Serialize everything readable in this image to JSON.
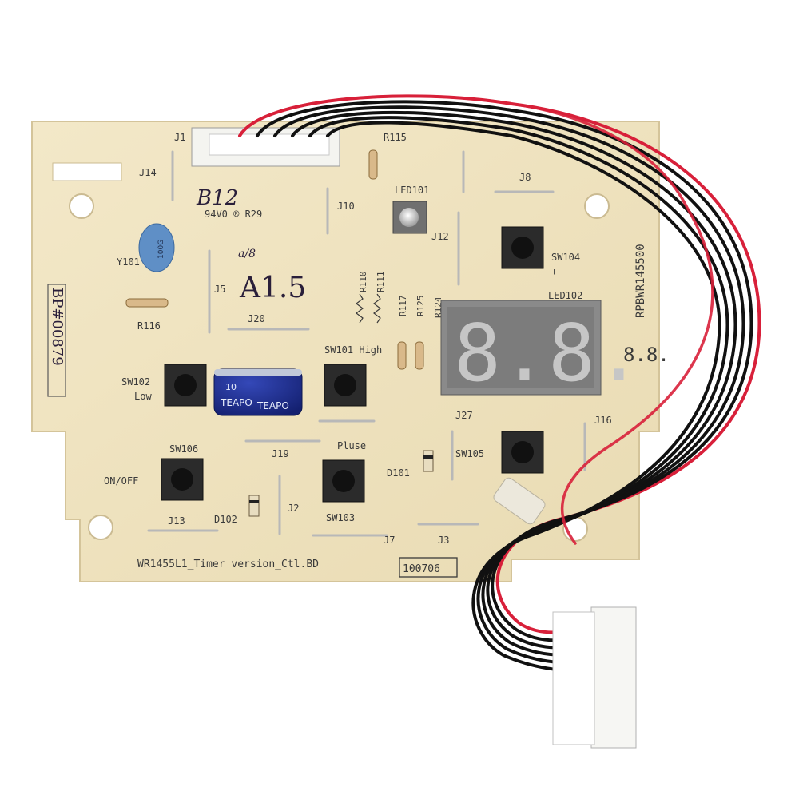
{
  "board": {
    "name": "WR1455L1_Timer version_Ctl.BD",
    "code": "100706",
    "part_number": "RPBWR145500",
    "ul_mark": "94V0 ® R29",
    "colors": {
      "substrate": "#efe3c0",
      "silkscreen": "#3a3a3a",
      "wire_black": "#111111",
      "wire_red": "#d8203a",
      "capacitor": "#1d2f8f"
    }
  },
  "handwriting": {
    "top": "B12",
    "middle": "A1.5",
    "small": "a/8",
    "side": "BP#00879"
  },
  "display": {
    "digits": "8.8.",
    "side_label": "8.8."
  },
  "buttons": [
    {
      "id": "SW104",
      "label": "SW104",
      "sublabel": "+"
    },
    {
      "id": "SW101",
      "label": "SW101 High",
      "sublabel": ""
    },
    {
      "id": "SW102",
      "label": "SW102",
      "sublabel": "Low"
    },
    {
      "id": "SW106",
      "label": "SW106",
      "sublabel": "ON/OFF"
    },
    {
      "id": "SW103",
      "label": "SW103",
      "sublabel": "Pluse"
    },
    {
      "id": "SW105",
      "label": "SW105",
      "sublabel": ""
    }
  ],
  "capacitor": {
    "brand": "TEAPO",
    "brand2": "TEAPO",
    "value": "10"
  },
  "crystal": {
    "label": "Y101",
    "marking": "100G"
  },
  "silk_labels": {
    "J1": "J1",
    "J14": "J14",
    "J10": "J10",
    "LED101": "LED101",
    "J12": "J12",
    "J8": "J8",
    "J5": "J5",
    "J20": "J20",
    "R110": "R110",
    "R111": "R111",
    "R116": "R116",
    "R117": "R117",
    "R125": "R125",
    "R124": "R124",
    "LED102": "LED102",
    "J27": "J27",
    "J16": "J16",
    "J19": "J19",
    "D101": "D101",
    "D102": "D102",
    "J13": "J13",
    "J2": "J2",
    "J7": "J7",
    "J3": "J3",
    "R115": "R115"
  }
}
